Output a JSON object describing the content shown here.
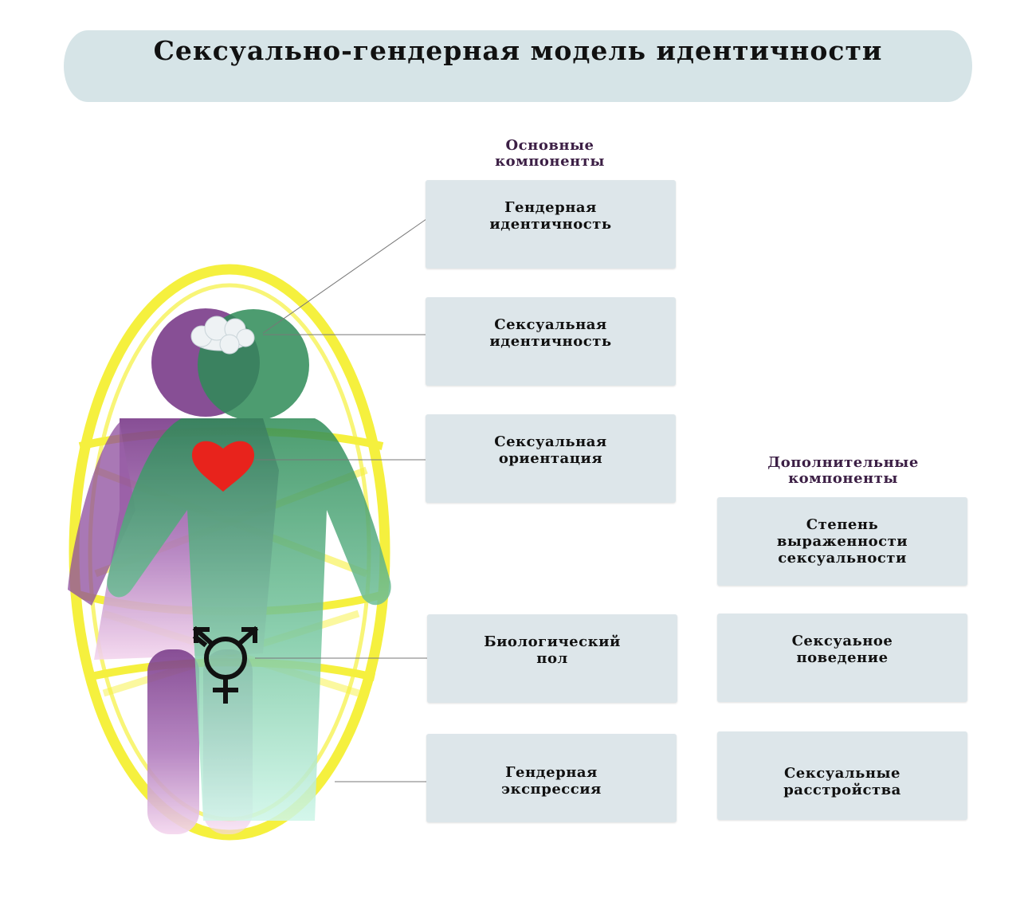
{
  "title": "Сексуально-гендерная модель идентичности",
  "main_components": {
    "heading": "Основные\nкомпоненты",
    "items": [
      "Гендерная\nидентичность",
      "Сексуальная\nидентичность",
      "Сексуальная\nориентация",
      "Биологический\nпол",
      "Гендерная\nэкспрессия"
    ]
  },
  "additional_components": {
    "heading": "Дополнительные\nкомпоненты",
    "items": [
      "Степень\nвыраженности\nсексуальности",
      "Сексуаьное\nповедение",
      "Сексуальные\nрасстройства"
    ]
  },
  "colors": {
    "banner": "#d6e4e7",
    "box": "#dde6ea",
    "female_figure": "#7a3b8a",
    "male_figure": "#2e8b57",
    "aura": "#f5ef2a",
    "heart": "#e8231c"
  },
  "icons": [
    "thought-cloud-icon",
    "heart-icon",
    "transgender-symbol-icon"
  ]
}
